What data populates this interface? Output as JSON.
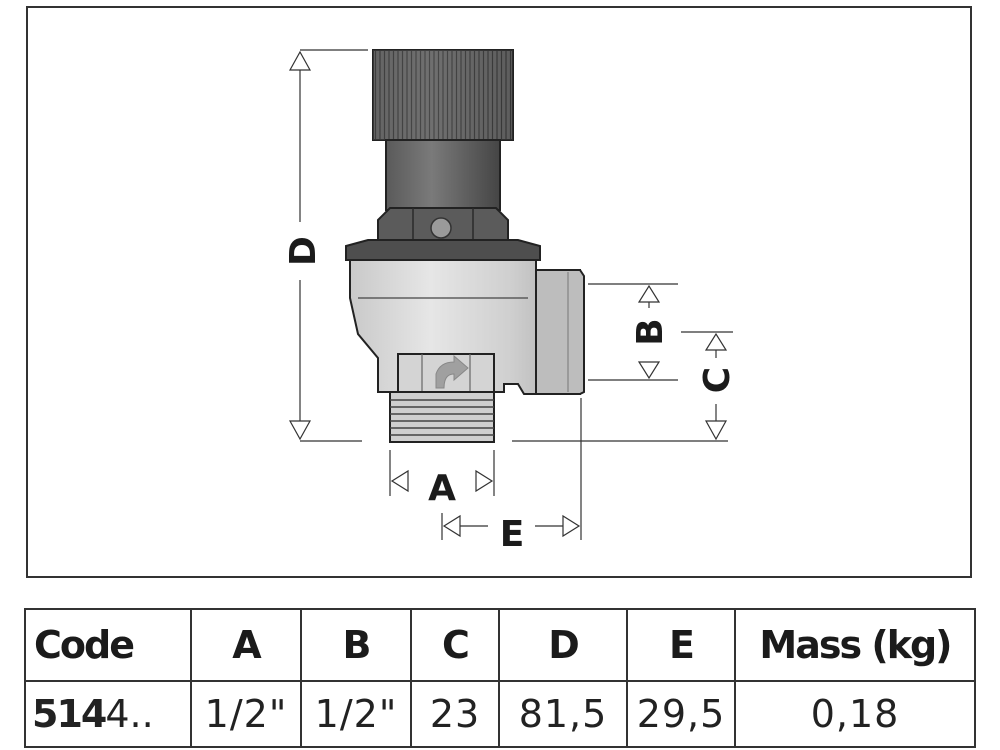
{
  "drawing": {
    "dimension_labels": {
      "A": "A",
      "B": "B",
      "C": "C",
      "D": "D",
      "E": "E"
    }
  },
  "table": {
    "headers": {
      "code": "Code",
      "a": "A",
      "b": "B",
      "c": "C",
      "d": "D",
      "e": "E",
      "mass": "Mass (kg)"
    },
    "row": {
      "code_bold": "514",
      "code_rest": "4..",
      "a": "1/2\"",
      "b": "1/2\"",
      "c": "23",
      "d": "81,5",
      "e": "29,5",
      "mass": "0,18"
    }
  }
}
